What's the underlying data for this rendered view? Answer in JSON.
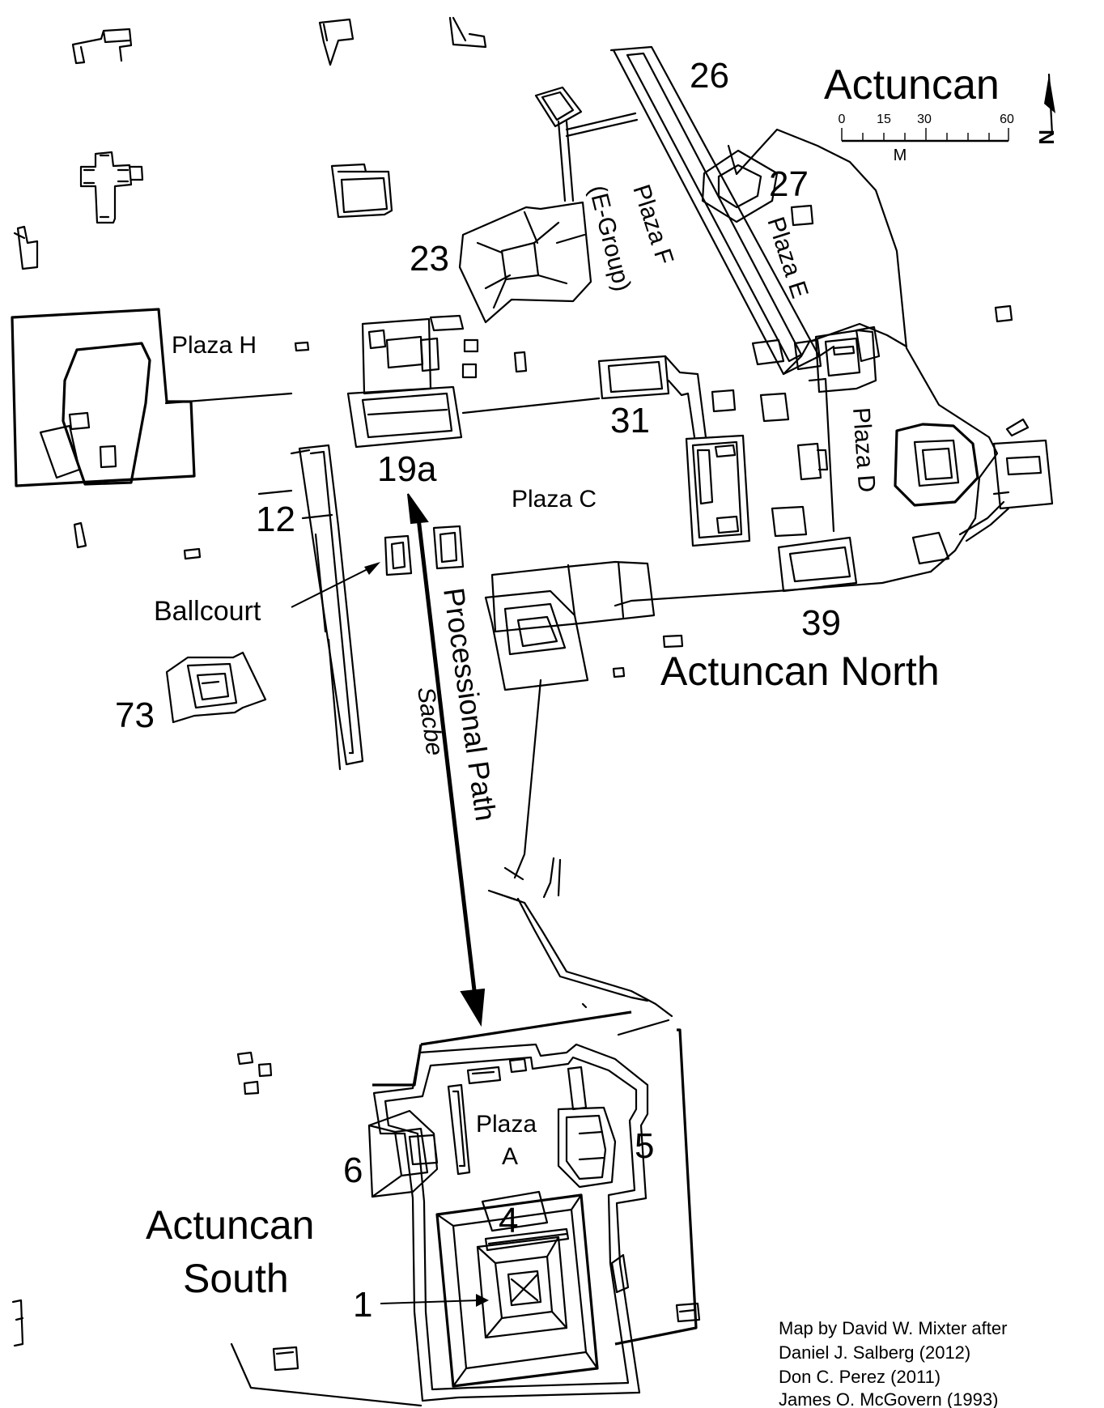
{
  "map": {
    "title": "Actuncan",
    "scale": {
      "ticks": [
        "0",
        "15",
        "30",
        "60"
      ],
      "unit": "M"
    },
    "north_label": "N",
    "structures": {
      "s26": "26",
      "s27": "27",
      "s23": "23",
      "s31": "31",
      "s19a": "19a",
      "s12": "12",
      "s39": "39",
      "s73": "73",
      "s5": "5",
      "s6": "6",
      "s4": "4",
      "s1": "1"
    },
    "plazas": {
      "f_line1": "Plaza F",
      "f_line2": "(E-Group)",
      "e": "Plaza E",
      "h": "Plaza H",
      "d": "Plaza D",
      "c": "Plaza C",
      "a_line1": "Plaza",
      "a_line2": "A"
    },
    "features": {
      "ballcourt": "Ballcourt",
      "processional_path": "Processional Path",
      "sacbe": "Sacbe"
    },
    "areas": {
      "north": "Actuncan North",
      "south_line1": "Actuncan",
      "south_line2": "South"
    },
    "credits": [
      "Map by David W. Mixter after",
      "Daniel J. Salberg (2012)",
      "Don C. Perez (2011)",
      "James O. McGovern (1993)"
    ]
  }
}
